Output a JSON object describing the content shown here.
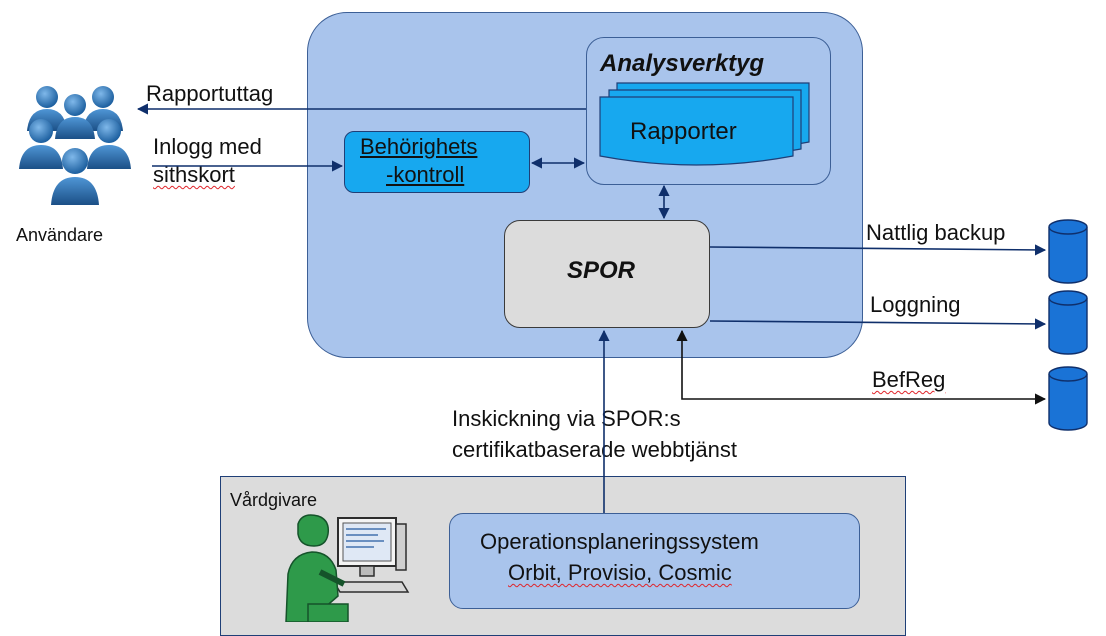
{
  "system": {
    "analysis_title": "Analysverktyg",
    "reports": "Rapporter",
    "auth_line1": "Behörighets",
    "auth_line2": "-kontroll",
    "core": "SPOR"
  },
  "users": {
    "label": "Användare",
    "report_out": "Rapportuttag",
    "login_line1": "Inlogg med",
    "login_line2": "sithskort"
  },
  "storage": {
    "backup": "Nattlig backup",
    "logging": "Loggning",
    "befreg": "BefReg"
  },
  "submission": {
    "line1": "Inskickning via SPOR:s",
    "line2": "certifikatbaserade webbtjänst"
  },
  "provider": {
    "label": "Vårdgivare",
    "system_line1": "Operationsplaneringssystem",
    "system_line2": "Orbit, Provisio, Cosmic"
  },
  "colors": {
    "outer_box": "#a9c4ec",
    "inner_box": "#a9c4ec",
    "cyan_box": "#17a8ef",
    "core_box": "#dcdcdc",
    "provider_panel": "#dcdcdc",
    "arrow": "#0f2f6b",
    "database": "#1a73d6"
  }
}
